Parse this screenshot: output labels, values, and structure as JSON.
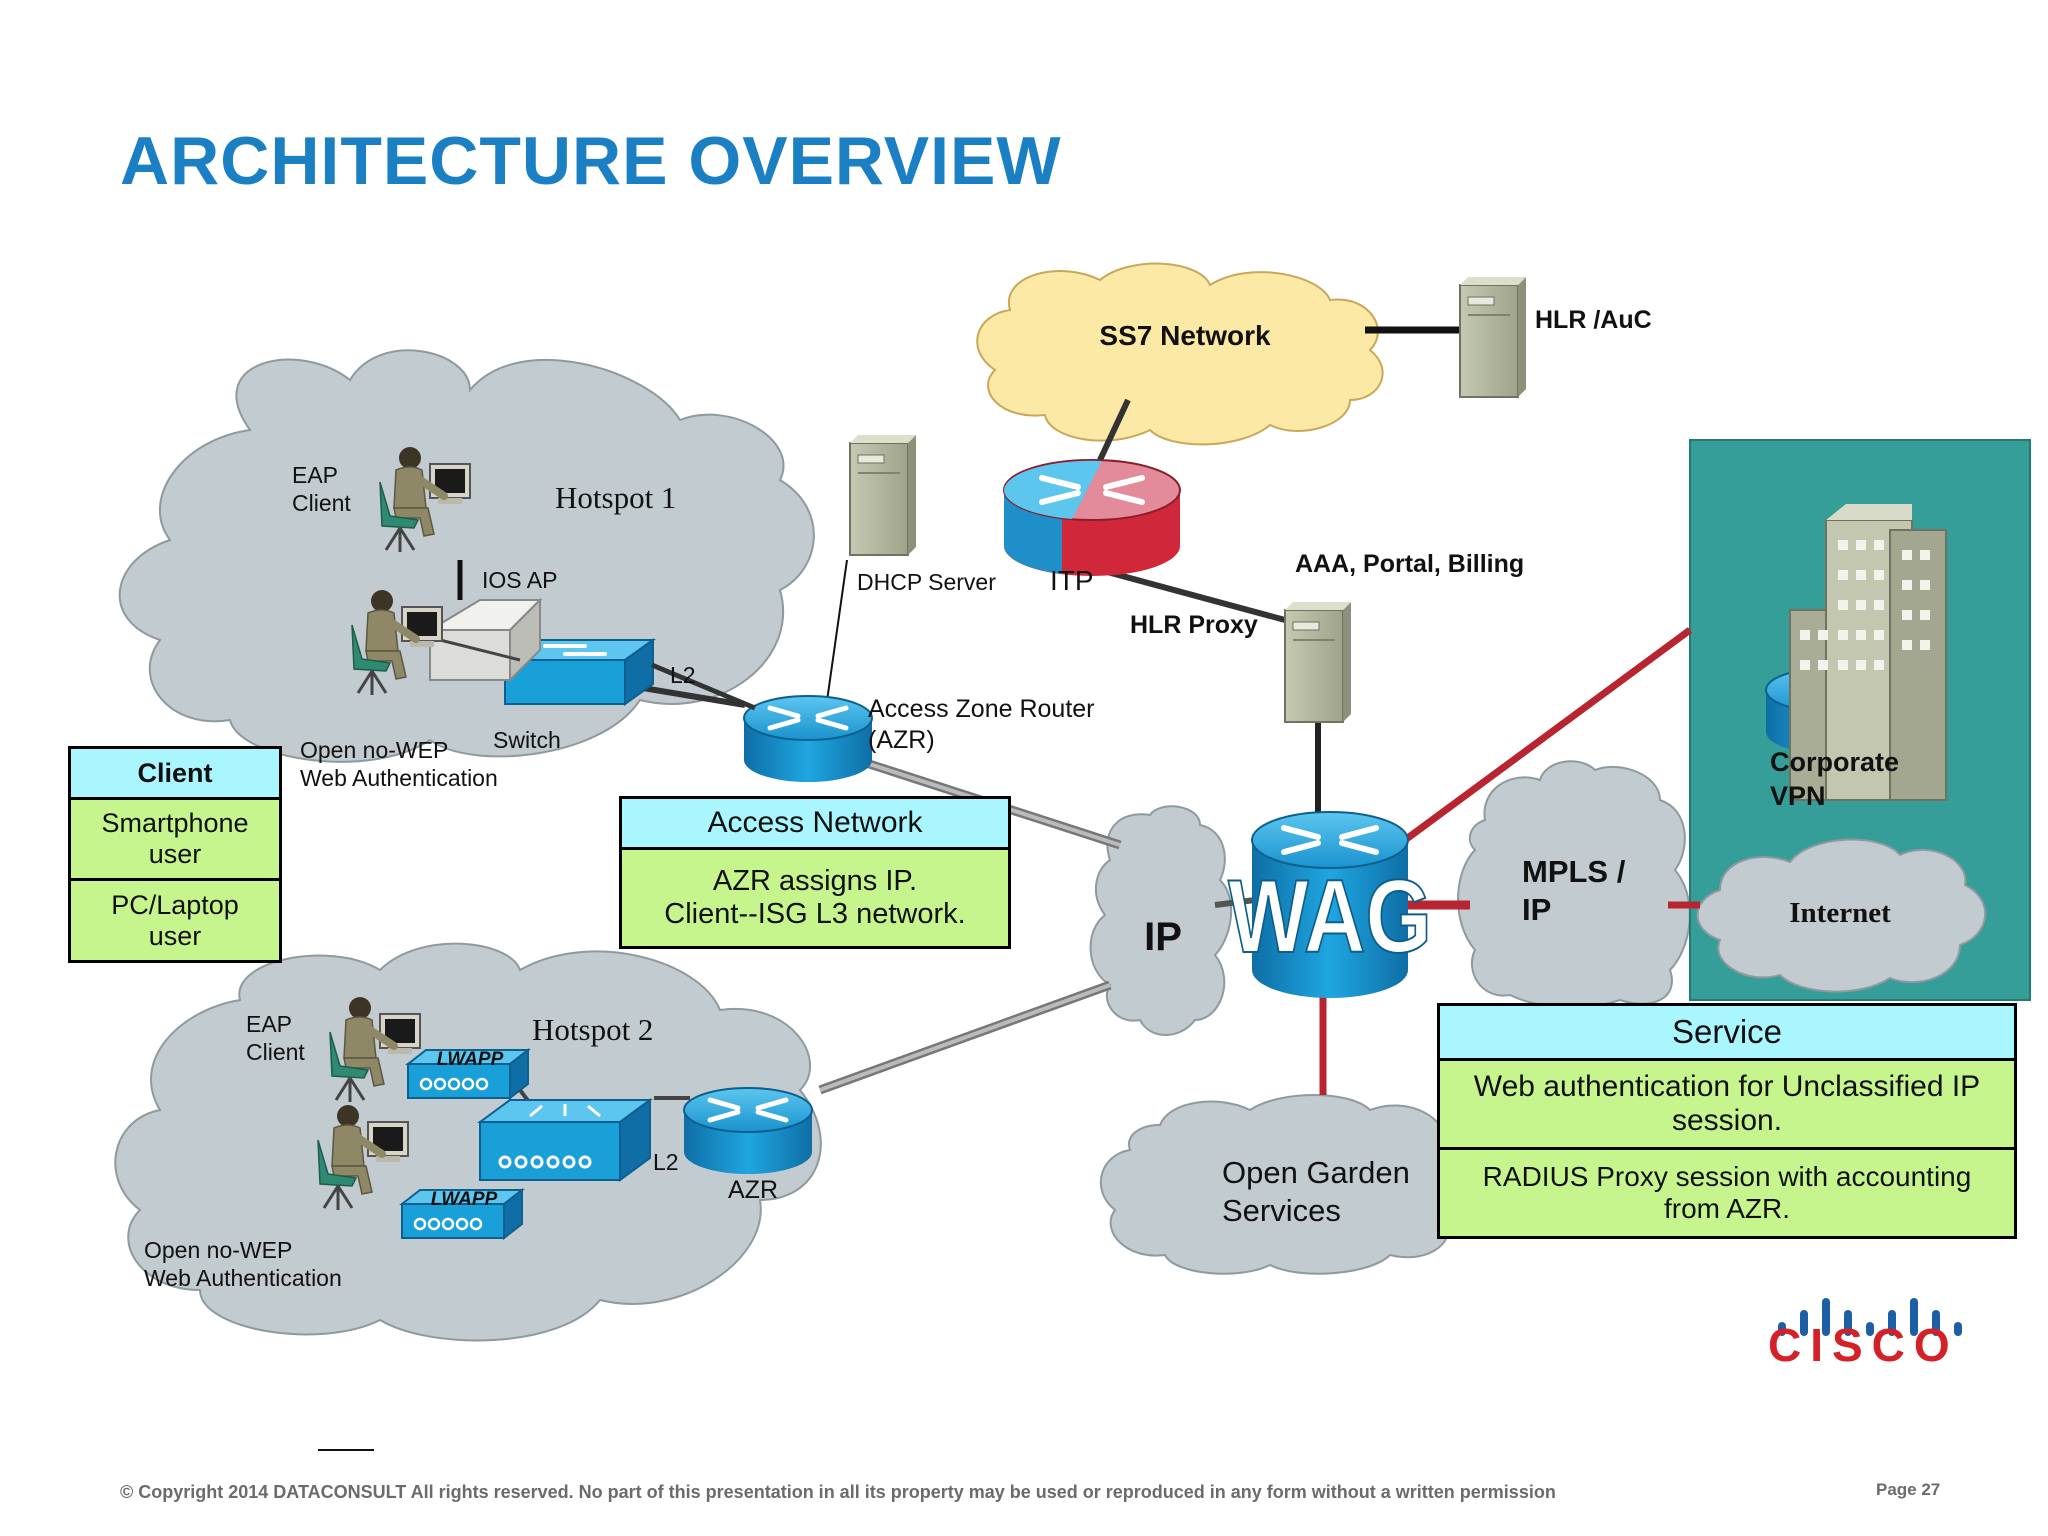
{
  "title": "ARCHITECTURE OVERVIEW",
  "footer": "© Copyright 2014 DATACONSULT  All rights reserved. No part of this presentation in all its property may be used or reproduced in any form without a written permission",
  "page": "Page 27",
  "brand": "CISCO",
  "colors": {
    "title": "#1b7fc4",
    "cloud_gray": "#c2cbcf",
    "cloud_yellow": "#fde9a6",
    "teal": "#359e98",
    "header_cyan": "#a9f6ff",
    "row_green": "#c6f58d",
    "router_blue": "#1aa0d8",
    "red_link": "#b8242f",
    "cisco_red": "#d42027",
    "cisco_blue": "#1d5fa4"
  },
  "diagram": {
    "ss7": "SS7 Network",
    "hlr": "HLR /AuC",
    "hotspot1": "Hotspot 1",
    "hotspot2": "Hotspot 2",
    "eap_client_1": [
      "EAP",
      "Client"
    ],
    "eap_client_2": [
      "EAP",
      "Client"
    ],
    "ios_ap": "IOS AP",
    "switch": "Switch",
    "l2_1": "L2",
    "l2_2": "L2",
    "open_nowep_1": [
      "Open no-WEP",
      "Web Authentication"
    ],
    "open_nowep_2": [
      "Open no-WEP",
      "Web Authentication"
    ],
    "dhcp": "DHCP Server",
    "itp": "ITP",
    "azr_label": [
      "Access Zone Router",
      "(AZR)"
    ],
    "hlr_proxy": "HLR Proxy",
    "aaa": "AAA, Portal, Billing",
    "ip": "IP",
    "wag": "WAG",
    "mpls": [
      "MPLS  /",
      "IP"
    ],
    "corporate": [
      "Corporate",
      "VPN"
    ],
    "internet": "Internet",
    "open_garden": [
      "Open Garden",
      "Services"
    ],
    "azr2": "AZR",
    "lwapp": "LWAPP"
  },
  "tables": {
    "client": {
      "header": "Client",
      "rows": [
        [
          "Smartphone",
          "user"
        ],
        [
          "PC/Laptop",
          "user"
        ]
      ]
    },
    "access": {
      "header": "Access Network",
      "rows": [
        [
          "AZR  assigns IP.",
          "Client--ISG L3 network."
        ]
      ]
    },
    "service": {
      "header": "Service",
      "rows": [
        [
          "Web authentication for Unclassified IP",
          "session."
        ],
        [
          "RADIUS Proxy session with accounting",
          "from AZR."
        ]
      ]
    }
  }
}
